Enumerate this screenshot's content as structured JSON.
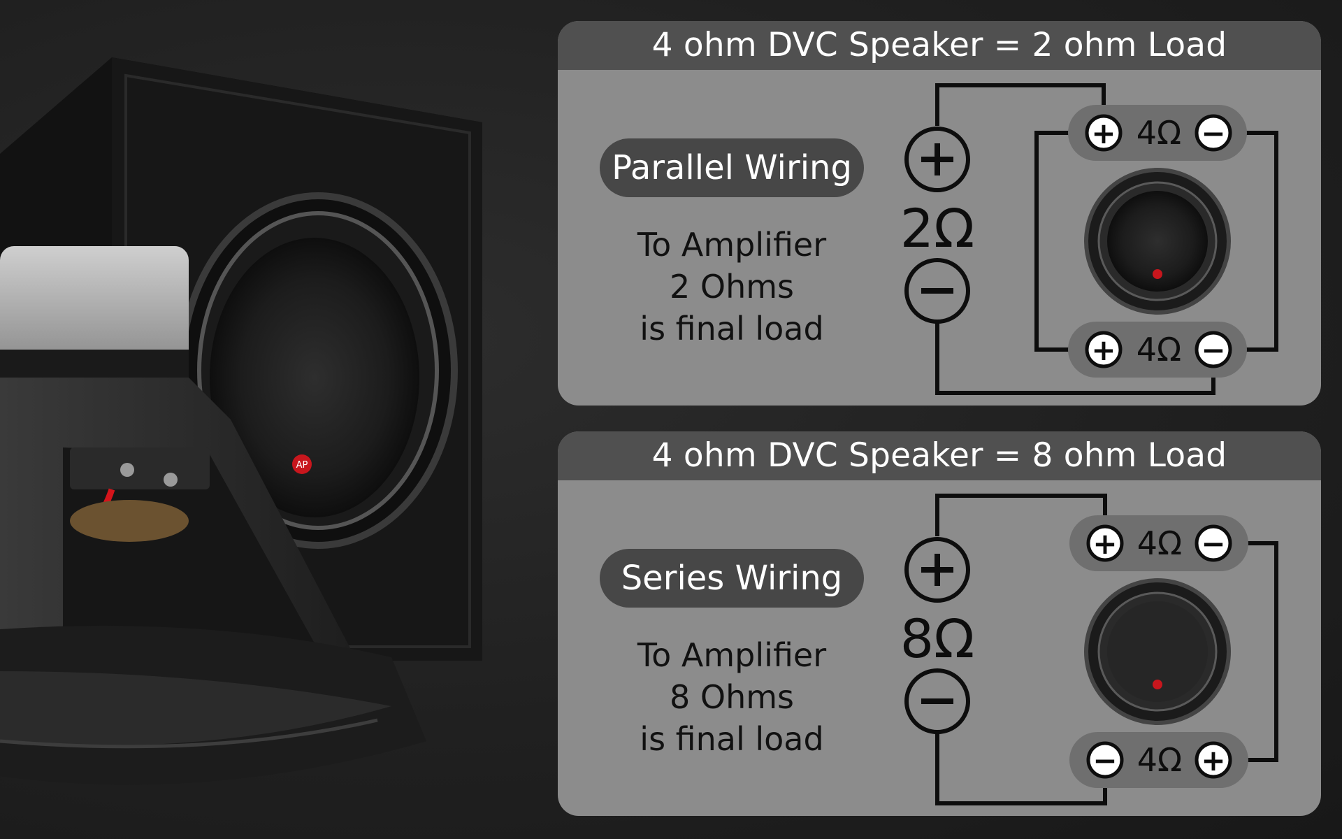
{
  "panels": [
    {
      "title": "4 ohm DVC Speaker = 2 ohm Load",
      "wiring": "Parallel Wiring",
      "amp_lines": [
        "To Amplifier",
        "2 Ohms",
        "is final load"
      ],
      "final_load": "2Ω",
      "coil_top": {
        "left_terminal": "+",
        "value": "4Ω",
        "right_terminal": "−"
      },
      "coil_bottom": {
        "left_terminal": "+",
        "value": "4Ω",
        "right_terminal": "−"
      }
    },
    {
      "title": "4 ohm DVC Speaker = 8 ohm Load",
      "wiring": "Series Wiring",
      "amp_lines": [
        "To Amplifier",
        "8 Ohms",
        "is final load"
      ],
      "final_load": "8Ω",
      "coil_top": {
        "left_terminal": "+",
        "value": "4Ω",
        "right_terminal": "−"
      },
      "coil_bottom": {
        "left_terminal": "−",
        "value": "4Ω",
        "right_terminal": "+"
      }
    }
  ],
  "product": {
    "brand_badge": "AP",
    "icons": [
      "subwoofer-enclosure",
      "subwoofer-driver"
    ]
  },
  "colors": {
    "background": "#222222",
    "panel": "#8c8c8c",
    "panel_header": "#505050",
    "pill": "#474747",
    "wire": "#0d0d0d",
    "terminal_fill": "#ffffff",
    "brand_red": "#c8161d"
  }
}
